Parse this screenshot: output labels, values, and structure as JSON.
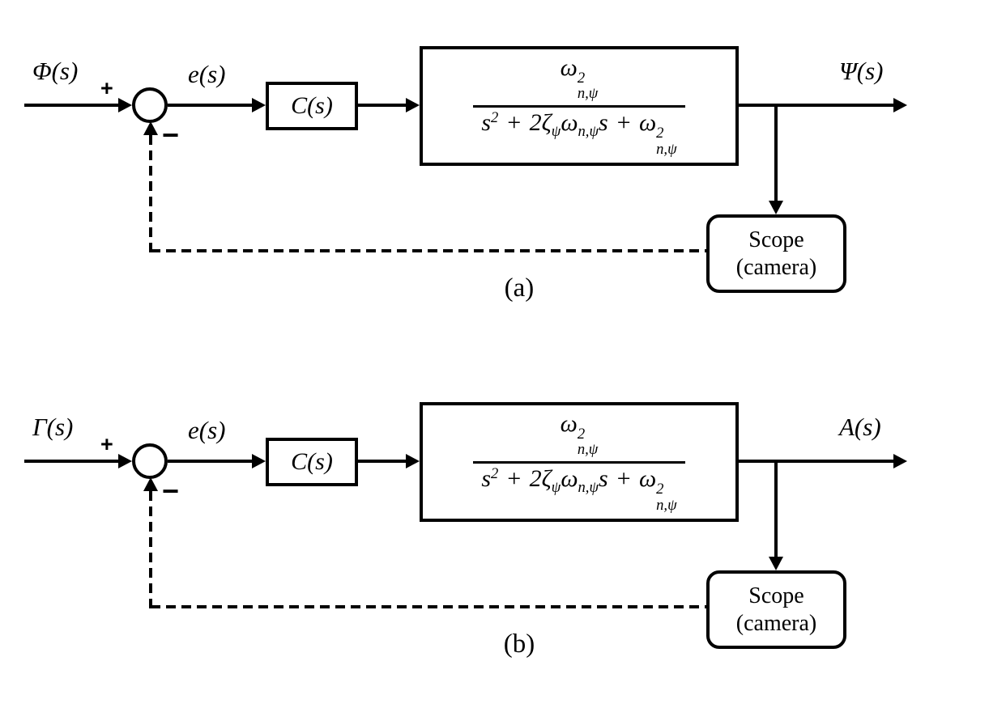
{
  "figure": {
    "type": "control-feedback-block-diagram",
    "background_color": "#ffffff",
    "line_color": "#000000"
  },
  "shared": {
    "plus_sign": "+",
    "minus_sign": "−",
    "error_label": "e(s)",
    "controller_label": "C(s)",
    "scope_line1": "Scope",
    "scope_line2": "(camera)",
    "formula": {
      "num_base": "ω",
      "num_sup": "2",
      "num_sub": "n,ψ",
      "den_s1": "s",
      "den_s1_sup": "2",
      "den_plus1": "+",
      "den_coef": "2",
      "den_zeta": "ζ",
      "den_zeta_sub": "ψ",
      "den_omega1": "ω",
      "den_omega1_sub": "n,ψ",
      "den_s2": "s",
      "den_plus2": "+",
      "den_omega2": "ω",
      "den_omega2_sup": "2",
      "den_omega2_sub": "n,ψ"
    }
  },
  "diagrams": [
    {
      "caption": "(a)",
      "input_label": "Φ(s)",
      "output_label": "Ψ(s)"
    },
    {
      "caption": "(b)",
      "input_label": "Γ(s)",
      "output_label": "A(s)"
    }
  ]
}
